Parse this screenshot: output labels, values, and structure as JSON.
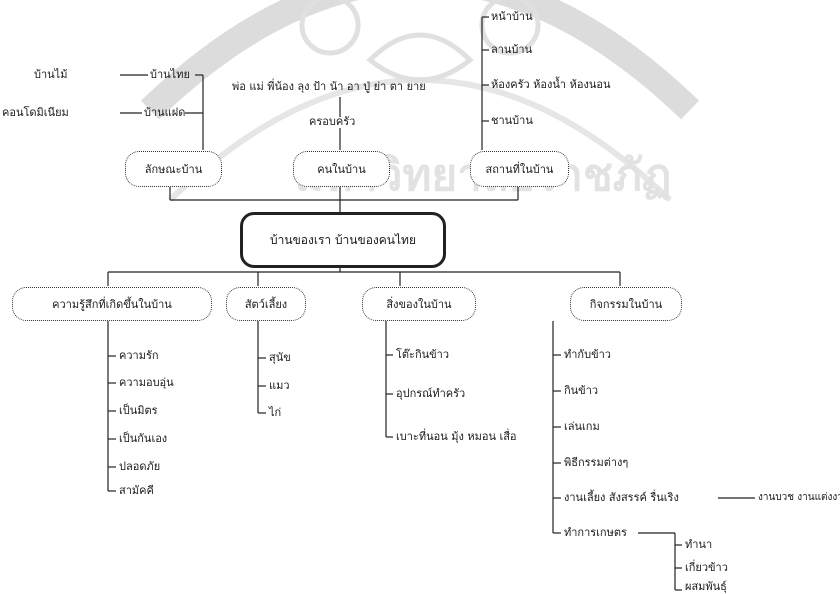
{
  "center": "บ้านของเรา บ้านของคนไทย",
  "house_type": {
    "title": "ลักษณะบ้าน",
    "items": [
      "บ้านไม้",
      "บ้านไทย",
      "คอนโดมิเนียม",
      "บ้านแฝด"
    ]
  },
  "family": {
    "title": "คนในบ้าน",
    "members": "พ่อ แม่ พี่น้อง ลุง ป้า น้า อา ปู่ ย่า ตา ยาย",
    "group": "ครอบครัว"
  },
  "places": {
    "title": "สถานที่ในบ้าน",
    "items": [
      "หน้าบ้าน",
      "ลานบ้าน",
      "ห้องครัว  ห้องน้ำ  ห้องนอน",
      "ชานบ้าน"
    ]
  },
  "feelings": {
    "title": "ความรู้สึกที่เกิดขึ้นในบ้าน",
    "items": [
      "ความรัก",
      "ความอบอุ่น",
      "เป็นมิตร",
      "เป็นกันเอง",
      "ปลอดภัย",
      "สามัคคี"
    ]
  },
  "pets": {
    "title": "สัตว์เลี้ยง",
    "items": [
      "สุนัข",
      "แมว",
      "ไก่"
    ]
  },
  "things": {
    "title": "สิ่งของในบ้าน",
    "items": [
      "โต๊ะกินข้าว",
      "อุปกรณ์ทำครัว",
      "เบาะที่นอน มุ้ง หมอน เสื่อ"
    ]
  },
  "activities": {
    "title": "กิจกรรมในบ้าน",
    "items": [
      "ทำกับข้าว",
      "กินข้าว",
      "เล่นเกม",
      "พิธีกรรมต่างๆ",
      "งานเลี้ยง สังสรรค์ รื่นเริง",
      "ทำการเกษตร"
    ],
    "party_detail": "งานบวช งานแต่งงาน",
    "farming": [
      "ทำนา",
      "เกี่ยวข้าว",
      "ผสมพันธุ์"
    ]
  },
  "watermark": "มหาวิทยาลัยราชภัฏ"
}
